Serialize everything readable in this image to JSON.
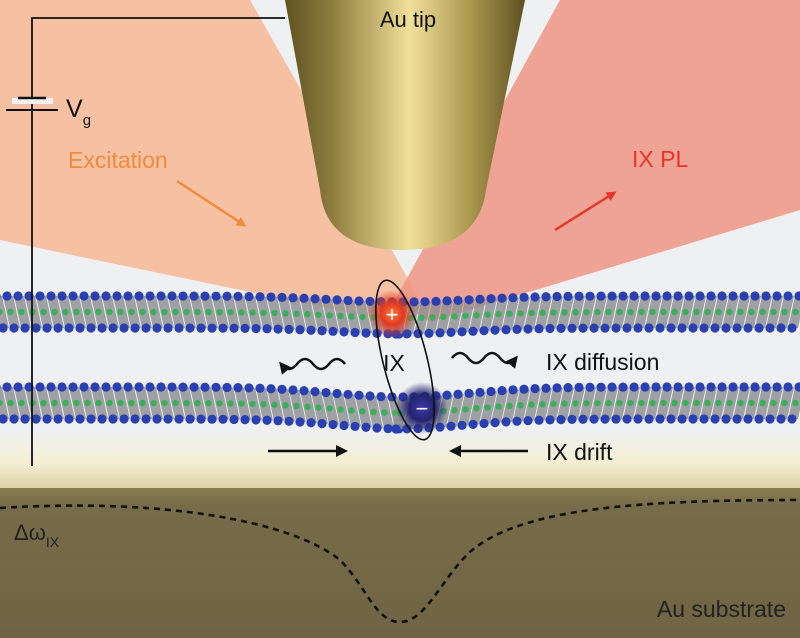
{
  "labels": {
    "au_tip": "Au tip",
    "vg_main": "V",
    "vg_sub": "g",
    "excitation": "Excitation",
    "ix_pl": "IX PL",
    "ix": "IX",
    "ix_diffusion": "IX diffusion",
    "ix_drift": "IX drift",
    "delta_main": "Δω",
    "delta_sub": "IX",
    "au_substrate": "Au substrate",
    "plus": "+",
    "minus": "−"
  },
  "colors": {
    "excitation_text": "#f08a3c",
    "excitation_beam": "#f6b690",
    "pl_text": "#e8342a",
    "pl_beam": "#ef9585",
    "tip_gold": "#b09a52",
    "substrate": "#756a48",
    "lattice_blue": "#2a3fb0",
    "lattice_green": "#3cae5a",
    "hole": "#e23a1e",
    "electron": "#2a2a8a"
  }
}
